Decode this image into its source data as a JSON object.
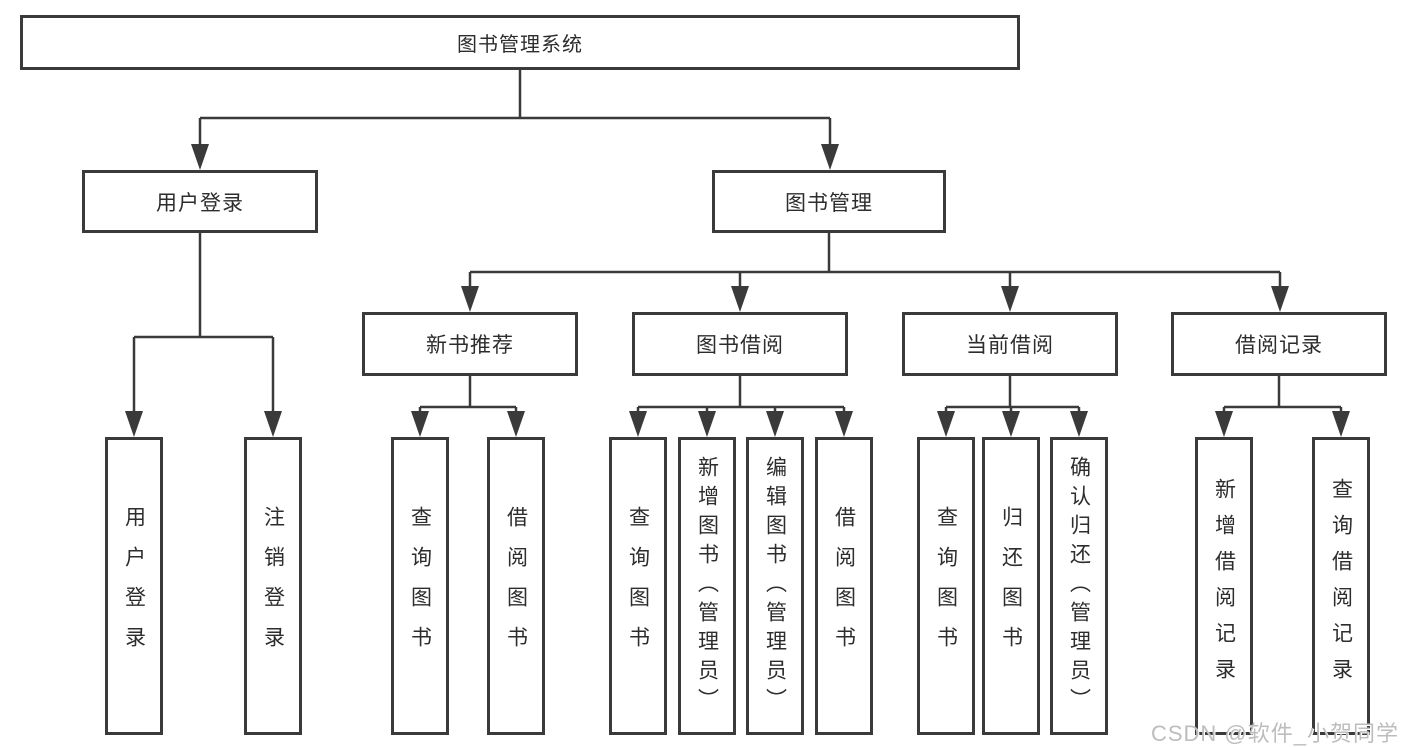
{
  "diagram_title": "图书管理系统",
  "watermark": {
    "text": "CSDN @软件_小贺同学"
  },
  "colors": {
    "line": "#3a3a3a",
    "box_border": "#3a3a3a",
    "box_background": "#ffffff",
    "text": "#2d2d2d",
    "watermark": "#bdbdbd"
  },
  "tree": {
    "label": "图书管理系统",
    "children": [
      {
        "label": "用户登录",
        "children": [
          {
            "label": "用户登录"
          },
          {
            "label": "注销登录"
          }
        ]
      },
      {
        "label": "图书管理",
        "children": [
          {
            "label": "新书推荐",
            "children": [
              {
                "label": "查询图书"
              },
              {
                "label": "借阅图书"
              }
            ]
          },
          {
            "label": "图书借阅",
            "children": [
              {
                "label": "查询图书"
              },
              {
                "label": "新增图书（管理员）"
              },
              {
                "label": "编辑图书（管理员）"
              },
              {
                "label": "借阅图书"
              }
            ]
          },
          {
            "label": "当前借阅",
            "children": [
              {
                "label": "查询图书"
              },
              {
                "label": "归还图书"
              },
              {
                "label": "确认归还（管理员）"
              }
            ]
          },
          {
            "label": "借阅记录",
            "children": [
              {
                "label": "新增借阅记录"
              },
              {
                "label": "查询借阅记录"
              }
            ]
          }
        ]
      }
    ]
  }
}
